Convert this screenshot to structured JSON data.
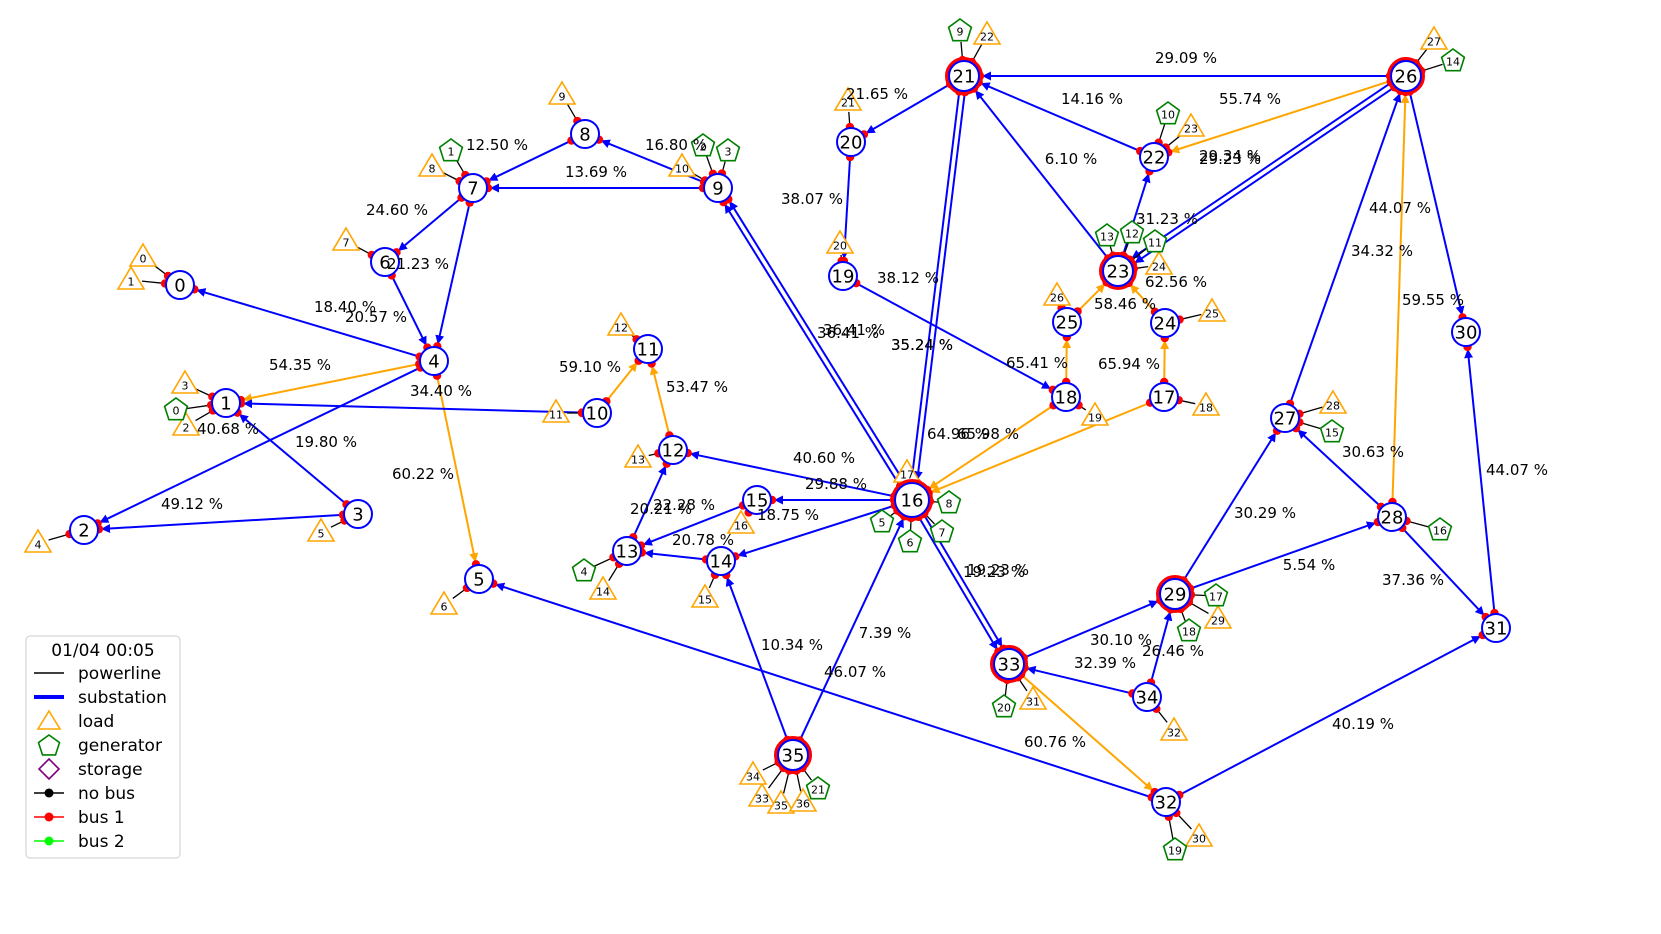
{
  "legend": {
    "title": "01/04 00:05",
    "items": [
      {
        "label": "powerline",
        "kind": "line",
        "color": "#000000"
      },
      {
        "label": "substation",
        "kind": "thick",
        "color": "#0000ff"
      },
      {
        "label": "load",
        "kind": "triangle",
        "color": "#ffa500"
      },
      {
        "label": "generator",
        "kind": "pentagon",
        "color": "#008000"
      },
      {
        "label": "storage",
        "kind": "diamond",
        "color": "#800080"
      },
      {
        "label": "no bus",
        "kind": "dotline",
        "color": "#000000"
      },
      {
        "label": "bus 1",
        "kind": "dotline",
        "color": "#ff0000"
      },
      {
        "label": "bus 2",
        "kind": "dotline",
        "color": "#00ff00"
      }
    ]
  },
  "colors": {
    "line_normal": "#0000ff",
    "line_loaded": "#ffa500",
    "bus": "#ff0000",
    "load": "#ffa500",
    "generator": "#008000"
  },
  "substations": [
    "0",
    "1",
    "2",
    "3",
    "4",
    "5",
    "6",
    "7",
    "8",
    "9",
    "10",
    "11",
    "12",
    "13",
    "14",
    "15",
    "16",
    "17",
    "18",
    "19",
    "20",
    "21",
    "22",
    "23",
    "24",
    "25",
    "26",
    "27",
    "28",
    "29",
    "30",
    "31",
    "32",
    "33",
    "34",
    "35"
  ],
  "lines": [
    {
      "from": "4",
      "to": "0",
      "flow": "18.40 %",
      "color": "blue"
    },
    {
      "from": "4",
      "to": "1",
      "flow": "54.35 %",
      "color": "orange"
    },
    {
      "from": "4",
      "to": "2",
      "flow": "34.40 %",
      "color": "blue"
    },
    {
      "from": "4",
      "to": "5",
      "flow": "60.22 %",
      "color": "orange"
    },
    {
      "from": "3",
      "to": "1",
      "flow": "19.80 %",
      "color": "blue"
    },
    {
      "from": "3",
      "to": "2",
      "flow": "49.12 %",
      "color": "blue"
    },
    {
      "from": "6",
      "to": "4",
      "flow": "20.57 %",
      "color": "blue"
    },
    {
      "from": "7",
      "to": "6",
      "flow": "24.60 %",
      "color": "blue"
    },
    {
      "from": "7",
      "to": "4",
      "flow": "21.23 %",
      "color": "blue"
    },
    {
      "from": "8",
      "to": "7",
      "flow": "12.50 %",
      "color": "blue"
    },
    {
      "from": "9",
      "to": "8",
      "flow": "16.80 %",
      "color": "blue"
    },
    {
      "from": "9",
      "to": "7",
      "flow": "13.69 %",
      "color": "blue"
    },
    {
      "from": "10",
      "to": "1",
      "flow": "40.68 %",
      "color": "blue"
    },
    {
      "from": "10",
      "to": "11",
      "flow": "59.10 %",
      "color": "orange"
    },
    {
      "from": "12",
      "to": "11",
      "flow": "53.47 %",
      "color": "orange"
    },
    {
      "from": "16",
      "to": "12",
      "flow": "40.60 %",
      "color": "blue"
    },
    {
      "from": "13",
      "to": "12",
      "flow": "20.21 %",
      "color": "blue"
    },
    {
      "from": "15",
      "to": "13",
      "flow": "22.28 %",
      "color": "blue"
    },
    {
      "from": "14",
      "to": "13",
      "flow": "20.78 %",
      "color": "blue"
    },
    {
      "from": "16",
      "to": "15",
      "flow": "29.88 %",
      "color": "blue"
    },
    {
      "from": "16",
      "to": "14",
      "flow": "18.75 %",
      "color": "blue"
    },
    {
      "from": "35",
      "to": "14",
      "flow": "10.34 %",
      "color": "blue"
    },
    {
      "from": "35",
      "to": "16",
      "flow": "7.39 %",
      "color": "blue"
    },
    {
      "from": "16",
      "to": "9",
      "flow": "36.41 %",
      "color": "blue",
      "parallel": -1
    },
    {
      "from": "16",
      "to": "9",
      "flow": "36.41 %",
      "color": "blue",
      "parallel": 1
    },
    {
      "from": "21",
      "to": "16",
      "flow": "35.24 %",
      "color": "blue",
      "parallel": -1
    },
    {
      "from": "21",
      "to": "16",
      "flow": "35.24 %",
      "color": "blue",
      "parallel": 1
    },
    {
      "from": "18",
      "to": "16",
      "flow": "64.96 %",
      "color": "orange"
    },
    {
      "from": "17",
      "to": "16",
      "flow": "65.98 %",
      "color": "orange"
    },
    {
      "from": "16",
      "to": "33",
      "flow": "19.23 %",
      "color": "blue",
      "parallel": -1
    },
    {
      "from": "16",
      "to": "33",
      "flow": "19.23 %",
      "color": "blue",
      "parallel": 1
    },
    {
      "from": "21",
      "to": "20",
      "flow": "21.65 %",
      "color": "blue"
    },
    {
      "from": "20",
      "to": "19",
      "flow": "38.07 %",
      "color": "blue"
    },
    {
      "from": "19",
      "to": "18",
      "flow": "38.12 %",
      "color": "blue"
    },
    {
      "from": "22",
      "to": "21",
      "flow": "14.16 %",
      "color": "blue"
    },
    {
      "from": "23",
      "to": "21",
      "flow": "6.10 %",
      "color": "blue"
    },
    {
      "from": "26",
      "to": "21",
      "flow": "29.09 %",
      "color": "blue"
    },
    {
      "from": "26",
      "to": "22",
      "flow": "55.74 %",
      "color": "orange"
    },
    {
      "from": "23",
      "to": "22",
      "flow": "31.23 %",
      "color": "blue"
    },
    {
      "from": "26",
      "to": "23",
      "flow": "29.34 %",
      "color": "blue",
      "parallel": -1
    },
    {
      "from": "26",
      "to": "23",
      "flow": "29.23 %",
      "color": "blue",
      "parallel": 1
    },
    {
      "from": "25",
      "to": "23",
      "flow": "58.46 %",
      "color": "orange"
    },
    {
      "from": "24",
      "to": "23",
      "flow": "62.56 %",
      "color": "orange"
    },
    {
      "from": "18",
      "to": "25",
      "flow": "65.41 %",
      "color": "orange"
    },
    {
      "from": "17",
      "to": "24",
      "flow": "65.94 %",
      "color": "orange"
    },
    {
      "from": "27",
      "to": "26",
      "flow": "34.32 %",
      "color": "blue"
    },
    {
      "from": "28",
      "to": "26",
      "flow": "44.07 %",
      "color": "orange"
    },
    {
      "from": "26",
      "to": "30",
      "flow": "59.55 %",
      "color": "blue"
    },
    {
      "from": "28",
      "to": "27",
      "flow": "30.63 %",
      "color": "blue"
    },
    {
      "from": "29",
      "to": "27",
      "flow": "30.29 %",
      "color": "blue"
    },
    {
      "from": "29",
      "to": "28",
      "flow": "5.54 %",
      "color": "blue"
    },
    {
      "from": "28",
      "to": "31",
      "flow": "37.36 %",
      "color": "blue"
    },
    {
      "from": "31",
      "to": "30",
      "flow": "44.07 %",
      "color": "blue"
    },
    {
      "from": "33",
      "to": "29",
      "flow": "30.10 %",
      "color": "blue"
    },
    {
      "from": "34",
      "to": "29",
      "flow": "26.46 %",
      "color": "blue"
    },
    {
      "from": "34",
      "to": "33",
      "flow": "32.39 %",
      "color": "blue"
    },
    {
      "from": "33",
      "to": "32",
      "flow": "60.76 %",
      "color": "orange"
    },
    {
      "from": "32",
      "to": "31",
      "flow": "40.19 %",
      "color": "blue"
    },
    {
      "from": "32",
      "to": "5",
      "flow": "46.07 %",
      "color": "blue"
    }
  ],
  "loads": [
    {
      "id": "0",
      "sub": "0"
    },
    {
      "id": "1",
      "sub": "0"
    },
    {
      "id": "2",
      "sub": "1"
    },
    {
      "id": "3",
      "sub": "1"
    },
    {
      "id": "4",
      "sub": "2"
    },
    {
      "id": "5",
      "sub": "3"
    },
    {
      "id": "6",
      "sub": "5"
    },
    {
      "id": "7",
      "sub": "6"
    },
    {
      "id": "8",
      "sub": "7"
    },
    {
      "id": "9",
      "sub": "8"
    },
    {
      "id": "10",
      "sub": "9"
    },
    {
      "id": "11",
      "sub": "10"
    },
    {
      "id": "12",
      "sub": "11"
    },
    {
      "id": "13",
      "sub": "12"
    },
    {
      "id": "14",
      "sub": "13"
    },
    {
      "id": "15",
      "sub": "14"
    },
    {
      "id": "16",
      "sub": "15"
    },
    {
      "id": "17",
      "sub": "16"
    },
    {
      "id": "18",
      "sub": "17"
    },
    {
      "id": "19",
      "sub": "18"
    },
    {
      "id": "20",
      "sub": "19"
    },
    {
      "id": "21",
      "sub": "20"
    },
    {
      "id": "22",
      "sub": "21"
    },
    {
      "id": "23",
      "sub": "22"
    },
    {
      "id": "24",
      "sub": "23"
    },
    {
      "id": "25",
      "sub": "24"
    },
    {
      "id": "26",
      "sub": "25"
    },
    {
      "id": "27",
      "sub": "26"
    },
    {
      "id": "28",
      "sub": "27"
    },
    {
      "id": "29",
      "sub": "29"
    },
    {
      "id": "30",
      "sub": "32"
    },
    {
      "id": "31",
      "sub": "33"
    },
    {
      "id": "32",
      "sub": "34"
    },
    {
      "id": "33",
      "sub": "35"
    },
    {
      "id": "34",
      "sub": "35"
    },
    {
      "id": "35",
      "sub": "35"
    },
    {
      "id": "36",
      "sub": "35"
    }
  ],
  "generators": [
    {
      "id": "0",
      "sub": "1"
    },
    {
      "id": "1",
      "sub": "7"
    },
    {
      "id": "2",
      "sub": "9"
    },
    {
      "id": "3",
      "sub": "9"
    },
    {
      "id": "4",
      "sub": "13"
    },
    {
      "id": "5",
      "sub": "16"
    },
    {
      "id": "6",
      "sub": "16"
    },
    {
      "id": "7",
      "sub": "16"
    },
    {
      "id": "8",
      "sub": "16"
    },
    {
      "id": "9",
      "sub": "21"
    },
    {
      "id": "10",
      "sub": "22"
    },
    {
      "id": "11",
      "sub": "23"
    },
    {
      "id": "12",
      "sub": "23"
    },
    {
      "id": "13",
      "sub": "23"
    },
    {
      "id": "14",
      "sub": "26"
    },
    {
      "id": "15",
      "sub": "27"
    },
    {
      "id": "16",
      "sub": "28"
    },
    {
      "id": "17",
      "sub": "29"
    },
    {
      "id": "18",
      "sub": "29"
    },
    {
      "id": "19",
      "sub": "32"
    },
    {
      "id": "20",
      "sub": "33"
    },
    {
      "id": "21",
      "sub": "35"
    }
  ]
}
